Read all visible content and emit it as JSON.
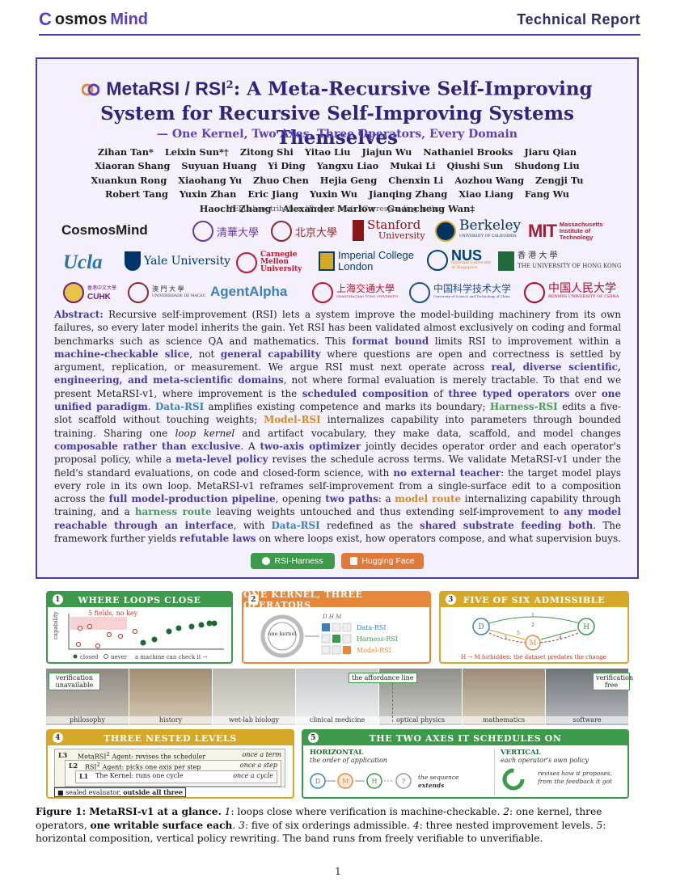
{
  "header": {
    "logo_prefix": "C",
    "logo_mid": "osmos",
    "logo_mind": "Mind",
    "report_label": "Technical Report"
  },
  "title": {
    "brand": "MetaRSI / RSI",
    "sup": "2",
    "line1_rest": ": A Meta-Recursive Self-Improving",
    "line2": "System for Recursive Self-Improving Systems Themselves",
    "subtitle": "— One Kernel, Two Axes, Three Operators, Every Domain"
  },
  "authors": [
    "Zihan Tan*",
    "Leixin Sun*†",
    "Zitong Shi",
    "Yitao Liu",
    "Jiajun Wu",
    "Nathaniel Brooks",
    "Jiaru Qian",
    "Xiaoran Shang",
    "Suyuan Huang",
    "Yi Ding",
    "Yangxu Liao",
    "Mukai Li",
    "Qiushi Sun",
    "Shudong Liu",
    "Xuankun Rong",
    "Xiaohang Yu",
    "Zhuo Chen",
    "Hejia Geng",
    "Chenxin Li",
    "Aozhou Wang",
    "Zengji Tu",
    "Robert Tang",
    "Yuxin Zhan",
    "Eric Jiang",
    "Yuxin Wu",
    "Jianqing Zhang",
    "Xiao Liang",
    "Fang Wu",
    "Haochi Zhang",
    "Alexander Marlow",
    "Guancheng Wan‡"
  ],
  "author_notes": "*Equal contribution   †Project leads   ‡Corresponding author",
  "affiliations": {
    "cosmos": "CosmosMind",
    "tsinghua": "清華大學",
    "pku": "北京大學",
    "stanford_1": "Stanford",
    "stanford_2": "University",
    "berkeley": "Berkeley",
    "berkeley_sub": "UNIVERSITY OF CALIFORNIA",
    "mit": "MIT",
    "mit_name": "Massachusetts Institute of Technology",
    "ucla": "Ucla",
    "yale": "Yale University",
    "cmu": "Carnegie Mellon University",
    "imperial_1": "Imperial College",
    "imperial_2": "London",
    "nus": "NUS",
    "nus_sub": "National University of Singapore",
    "hku_cn": "香 港 大 學",
    "hku_en": "THE UNIVERSITY OF HONG KONG",
    "cuhk_cn": "香港中文大學",
    "cuhk_en": "CUHK",
    "macau_cn": "澳 門 大 學",
    "macau_en": "UNIVERSIDADE DE MACAU",
    "agentalpha": "AgentAlpha",
    "sjtu": "上海交通大學",
    "sjtu_en": "SHANGHAI JIAO TONG UNIVERSITY",
    "ustc": "中国科学技术大学",
    "ustc_en": "University of Science and Technology of China",
    "ruc": "中国人民大学",
    "ruc_en": "RENMIN UNIVERSITY OF CHINA"
  },
  "abstract": {
    "label": "Abstract:",
    "s1": " Recursive self-improvement (RSI) lets a system improve the model-building machinery from its own failures, so every later model inherits the gain. Yet RSI has been validated almost exclusively on coding and formal benchmarks such as science QA and mathematics. This ",
    "h1": "format bound",
    "s2": " limits RSI to improvement within a ",
    "h2": "machine-checkable slice",
    "s3": ", not ",
    "h3": "general capability",
    "s4": " where questions are open and correctness is settled by argument, replication, or measurement. We argue RSI must next operate across ",
    "h4": "real, diverse scientific, engineering, and meta-scientific domains",
    "s5": ", not where formal evaluation is merely tractable. To that end we present MetaRSI-v1, where improvement is the ",
    "h5": "scheduled composition",
    "s6": " of ",
    "h6": "three typed operators",
    "s7": " over ",
    "h7": "one unified paradigm",
    "s8": ". ",
    "h8": "Data-RSI",
    "s9": " amplifies existing competence and marks its boundary; ",
    "h9": "Harness-RSI",
    "s10": " edits a five-slot scaffold without touching weights; ",
    "h10": "Model-RSI",
    "s11": " internalizes capability into parameters through bounded training. Sharing one ",
    "h11": "loop kernel",
    "s12": " and artifact vocabulary, they make data, scaffold, and model changes ",
    "h12": "composable rather than exclusive",
    "s13": ". A ",
    "h13": "two-axis optimizer",
    "s14": " jointly decides operator order and each operator's proposal policy, while a ",
    "h14": "meta-level policy",
    "s15": " revises the schedule across terms. We validate MetaRSI-v1 under the field's standard evaluations, on code and closed-form science, with ",
    "h15": "no external teacher",
    "s16": ": the target model plays every role in its own loop. MetaRSI-v1 reframes self-improvement from a single-surface edit to a composition across the ",
    "h16": "full model-production pipeline",
    "s17": ", opening ",
    "h17": "two paths",
    "s18": ": a ",
    "h18": "model route",
    "s19": " internalizing capability through training, and a ",
    "h19": "harness route",
    "s20": " leaving weights untouched and thus extending self-improvement to ",
    "h20": "any model reachable through an interface",
    "s21": ", with ",
    "h21": "Data-RSI",
    "s22": " redefined as the ",
    "h22": "shared substrate feeding both",
    "s23": ". The framework further yields ",
    "h23": "refutable laws",
    "s24": " on where loops exist, how operators compose, and what supervision buys."
  },
  "buttons": {
    "harness": "RSI-Harness",
    "hf": "Hugging Face"
  },
  "figure": {
    "p1": {
      "num": "1",
      "title": "WHERE LOOPS CLOSE",
      "note": "5 fields, no key",
      "ylabel": "capability",
      "legend_closed": "closed",
      "legend_never": "never",
      "xlabel": "a machine can check it →"
    },
    "p2": {
      "num": "2",
      "title": "ONE KERNEL, THREE OPERATORS",
      "kernel": "one kernel",
      "cols": "D  H  M",
      "ops": [
        "Data-RSI",
        "Harness-RSI",
        "Model-RSI"
      ]
    },
    "p3": {
      "num": "3",
      "title": "FIVE OF SIX ADMISSIBLE",
      "nodes": [
        "D",
        "M",
        "H"
      ],
      "edges": [
        "1",
        "2",
        "3",
        "4",
        "5"
      ],
      "note": "H → M forbidden: the dataset predates the change"
    },
    "band": {
      "scenes": [
        "philosophy",
        "history",
        "wet-lab biology",
        "clinical medicine",
        "optical physics",
        "mathematics",
        "software"
      ],
      "left_tag": "verification unavailable",
      "mid_tag": "the affordance line",
      "right_tag": "verification free"
    },
    "p4": {
      "num": "4",
      "title": "THREE NESTED LEVELS",
      "levels": [
        {
          "code": "L3",
          "sup": "2",
          "pre": "MetaRSI",
          "text": " Agent: revises the scheduler",
          "freq": "once a term"
        },
        {
          "code": "L2",
          "sup": "2",
          "pre": "RSI",
          "text": " Agent: picks one axis per step",
          "freq": "once a step"
        },
        {
          "code": "L1",
          "sup": "",
          "pre": "",
          "text": "The Kernel: runs one cycle",
          "freq": "once a cycle"
        }
      ],
      "sealed": "sealed evaluator, ",
      "sealed_b": "outside all three"
    },
    "p5": {
      "num": "5",
      "title": "THE TWO AXES IT SCHEDULES ON",
      "h_title": "HORIZONTAL",
      "h_sub": "the order of application",
      "h_nodes": [
        "D",
        "M",
        "H",
        "?"
      ],
      "h_note_1": "the sequence",
      "h_note_2": "extends",
      "v_title": "VERTICAL",
      "v_sub": "each operator's own policy",
      "v_note_1": "revises how it proposes,",
      "v_note_2": "from the feedback it got"
    }
  },
  "caption": {
    "label": "Figure 1: MetaRSI-v1 at a glance.",
    "c1": " 1",
    "c1t": ": loops close where verification is machine-checkable. ",
    "c2": "2",
    "c2t": ": one kernel, three operators, ",
    "c2b": "one writable surface each",
    "c3": ". 3",
    "c3t": ": five of six orderings admissible. ",
    "c4": "4",
    "c4t": ": three nested improvement levels. ",
    "c5": "5",
    "c5t": ": horizontal composition, vertical policy rewriting. The band runs from freely verifiable to unverifiable."
  },
  "page_number": "1",
  "colors": {
    "purple": "#4a3aa1",
    "green": "#3c9a4a",
    "orange": "#e6883a",
    "yellow": "#d5a828",
    "blue": "#3a7fc0"
  }
}
